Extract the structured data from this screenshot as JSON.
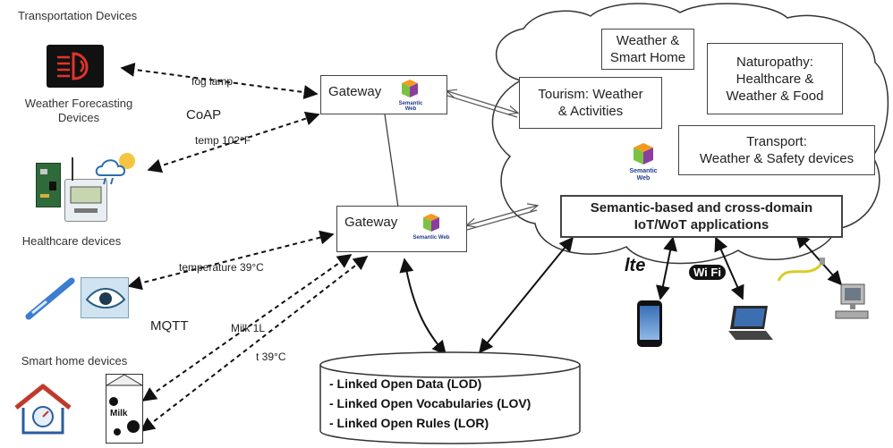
{
  "labels": {
    "transport": "Transportation Devices",
    "weather": "Weather Forecasting Devices",
    "healthcare": "Healthcare devices",
    "smarthome": "Smart home devices",
    "coap": "CoAP",
    "mqtt": "MQTT"
  },
  "edges": {
    "fog_lamp": "fog lamp",
    "temp_f": "temp 102°F",
    "temperature_c": "temperature 39°C",
    "milk": "Milk 1L",
    "t_c": "t 39°C"
  },
  "gateways": [
    {
      "label": "Gateway",
      "logo": "Semantic Web"
    },
    {
      "label": "Gateway",
      "logo": "Semantic Web"
    }
  ],
  "cloud": {
    "boxes": [
      {
        "line1": "Weather &",
        "line2": "Smart Home"
      },
      {
        "line1": "Naturopathy:",
        "line2": "Healthcare &",
        "line3": "Weather & Food"
      },
      {
        "line1": "Tourism: Weather",
        "line2": "& Activities"
      },
      {
        "line1": "Transport:",
        "line2": "Weather & Safety devices"
      }
    ],
    "logo": "Semantic Web",
    "apps_line1": "Semantic-based and cross-domain",
    "apps_line2": "IoT/WoT applications"
  },
  "database": {
    "items": [
      "- Linked Open Data (LOD)",
      "- Linked Open Vocabularies (LOV)",
      "- Linked Open Rules (LOR)"
    ]
  },
  "devices": {
    "lte": "lte",
    "wifi": "Wi Fi",
    "milk_carton": "Milk"
  },
  "colors": {
    "arrow": "#111111",
    "box_border": "#444444",
    "cube_green": "#7cc242",
    "cube_orange": "#f39a1e",
    "cube_purple": "#8a3ea0"
  }
}
